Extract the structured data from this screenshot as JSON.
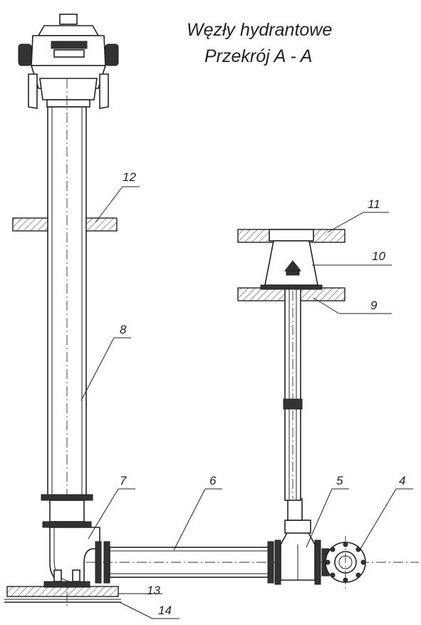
{
  "title": {
    "line1": "Węzły hydrantowe",
    "line2": "Przekrój A - A"
  },
  "callouts": [
    {
      "id": "12",
      "label": "12"
    },
    {
      "id": "11",
      "label": "11"
    },
    {
      "id": "10",
      "label": "10"
    },
    {
      "id": "9",
      "label": "9"
    },
    {
      "id": "8",
      "label": "8"
    },
    {
      "id": "7",
      "label": "7"
    },
    {
      "id": "6",
      "label": "6"
    },
    {
      "id": "5",
      "label": "5"
    },
    {
      "id": "4",
      "label": "4"
    },
    {
      "id": "13",
      "label": "13"
    },
    {
      "id": "14",
      "label": "14"
    }
  ]
}
